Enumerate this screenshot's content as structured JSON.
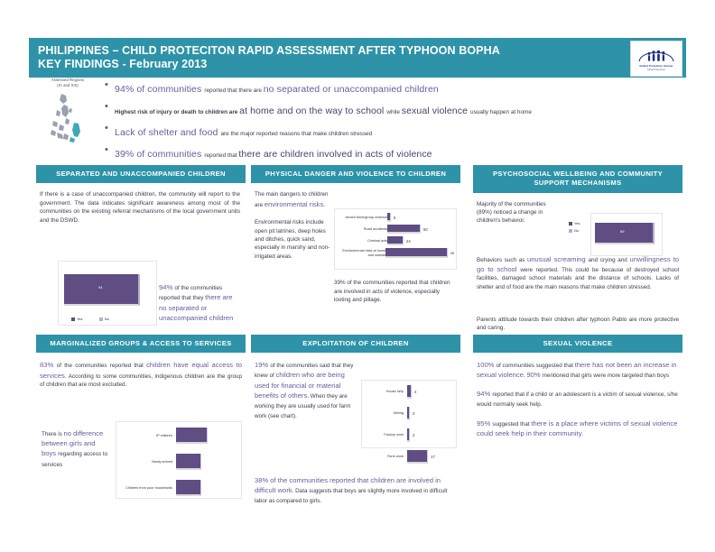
{
  "header": {
    "title_line1": "PHILIPPINES – CHILD PROTECITON RAPID ASSESSMENT AFTER TYPHOON BOPHA",
    "title_line2": "KEY FINDINGS - February 2013",
    "logo_name": "Global Protection Cluster",
    "logo_sub": "Child Protection",
    "bg_color": "#2E93A8"
  },
  "map": {
    "caption_line1": "Assessed Regions",
    "caption_line2": "(XI and XIII)",
    "highlight_color": "#3FA9B5"
  },
  "bullets": [
    {
      "parts": [
        {
          "text": "94% of communities ",
          "style": "big"
        },
        {
          "text": "reported that there are ",
          "style": "sm"
        },
        {
          "text": "no separated or unaccompanied children",
          "style": "big"
        }
      ]
    },
    {
      "parts": [
        {
          "text": "Highest risk of injury or death to children are ",
          "style": "sm-b"
        },
        {
          "text": "at home and on the way to school ",
          "style": "big-dark"
        },
        {
          "text": "while ",
          "style": "sm"
        },
        {
          "text": "sexual violence ",
          "style": "big-dark"
        },
        {
          "text": "usually happen at home",
          "style": "sm"
        }
      ]
    },
    {
      "parts": [
        {
          "text": "Lack of shelter and food ",
          "style": "big"
        },
        {
          "text": "are the major reported reasons that make children stressed",
          "style": "sm"
        }
      ]
    },
    {
      "parts": [
        {
          "text": "39% of communities ",
          "style": "big"
        },
        {
          "text": "reported that ",
          "style": "sm"
        },
        {
          "text": "there are children involved in acts of violence",
          "style": "big-dark"
        }
      ]
    }
  ],
  "panels": [
    {
      "id": "separated",
      "title": "SEPARATED AND UNACCOMPANIED CHILDREN",
      "body_text": "If there is a case of unaccompanied children, the community will report to the government. The data indicates significant awareness among most of the communities on the existing referral mechanisms of the local government units and the DSWD.",
      "callout": [
        {
          "text": "94% ",
          "style": "hl"
        },
        {
          "text": "of the communities reported that they ",
          "style": "plain"
        },
        {
          "text": "there are no separated or unaccompanied children",
          "style": "hl"
        }
      ],
      "chart_ref": 0
    },
    {
      "id": "physical-danger",
      "title": "PHYSICAL DANGER AND VIOLENCE TO CHILDREN",
      "intro": [
        {
          "text": "The main dangers to children are ",
          "style": "plain"
        },
        {
          "text": "environmental risks",
          "style": "hl"
        },
        {
          "text": ".",
          "style": "plain"
        }
      ],
      "body_text": "Environmental risks include open pit latrines, deep holes and ditches, quick sand, especially in marshy and non-irrigated areas.",
      "callout_text": "39% of the communities reported that children are involved in acts of violence, especially looting and pillage.",
      "chart_ref": 1
    },
    {
      "id": "psychosocial",
      "title": "PSYCHOSOCIAL WELLBEING AND COMMUNITY SUPPORT MECHANISMS",
      "intro_text": "Majority of the communities (89%) noticed a change in children's behavior.",
      "para2": [
        {
          "text": "Behaviors such as ",
          "style": "plain"
        },
        {
          "text": "unusual screaming ",
          "style": "hl"
        },
        {
          "text": "and crying and ",
          "style": "plain"
        },
        {
          "text": "unwillingness to go to school ",
          "style": "hl"
        },
        {
          "text": "were reported. This could be because of destroyed school facilities, damaged school materials and the distance of schools. Lacks of shelter and of food are the main reasons that make children stressed.",
          "style": "plain"
        }
      ],
      "para3": "Parents attitude towards their children after typhoon Pablo are more protective and caring.",
      "chart_ref": 2
    },
    {
      "id": "marginalized",
      "title": "MARGINALIZED GROUPS & ACCESS TO SERVICES",
      "para1": [
        {
          "text": "83% ",
          "style": "hl"
        },
        {
          "text": "of the communities reported that ",
          "style": "plain"
        },
        {
          "text": "children have equal access to services",
          "style": "hl"
        },
        {
          "text": ". According to some communities, indigenous children are the group of children that are most excluded.",
          "style": "plain"
        }
      ],
      "callout": [
        {
          "text": "There is ",
          "style": "plain"
        },
        {
          "text": "no difference between girls and boys ",
          "style": "hl"
        },
        {
          "text": "regarding access to services",
          "style": "plain"
        }
      ],
      "chart_ref": 3
    },
    {
      "id": "exploitation",
      "title": "EXPLOITATION OF CHILDREN",
      "para1": [
        {
          "text": "19% ",
          "style": "hl"
        },
        {
          "text": "of the communities said that they knew of ",
          "style": "plain"
        },
        {
          "text": "children who are being used for financial or material benefits of others",
          "style": "hl"
        },
        {
          "text": ". When they are working they are usually used for farm work (see chart).",
          "style": "plain"
        }
      ],
      "para2": [
        {
          "text": "38% of the communities reported that children are involved in difficult work",
          "style": "hl"
        },
        {
          "text": ". Data suggests that boys are slightly more involved in difficult labor as compared to girls.",
          "style": "plain"
        }
      ],
      "chart_ref": 4
    },
    {
      "id": "sexual-violence",
      "title": "SEXUAL VIOLENCE",
      "para1": [
        {
          "text": "100% ",
          "style": "hl"
        },
        {
          "text": "of communities suggested that ",
          "style": "plain"
        },
        {
          "text": "there has not been an increase in sexual violence",
          "style": "hl"
        },
        {
          "text": ". ",
          "style": "plain"
        },
        {
          "text": "90% ",
          "style": "hl"
        },
        {
          "text": "mentioned that girls were more targeted than boys",
          "style": "plain"
        }
      ],
      "para2": [
        {
          "text": "94% ",
          "style": "hl"
        },
        {
          "text": "reported that if a child or an adolescent is a victim of sexual violence, s/he would normally seek help.",
          "style": "plain"
        }
      ],
      "para3": [
        {
          "text": "95% ",
          "style": "hl"
        },
        {
          "text": "suggested that ",
          "style": "plain"
        },
        {
          "text": "there is a place where victims of sexual violence could seek help in their community",
          "style": "hl"
        },
        {
          "text": ".",
          "style": "plain"
        }
      ]
    }
  ],
  "chart_data": [
    {
      "type": "bar",
      "orientation": "horizontal",
      "title": "Separated and unaccompanied children",
      "categories": [
        "Yes"
      ],
      "values": [
        94
      ],
      "legend": [
        "Yes",
        "No"
      ],
      "legend_position": "bottom",
      "data_labels": [
        "94"
      ],
      "colors": [
        "#5f4d84",
        "#b7aed1"
      ],
      "xlabel": "",
      "ylabel": "",
      "xlim": [
        0,
        100
      ],
      "grid": false
    },
    {
      "type": "bar",
      "orientation": "horizontal",
      "title": "Main dangers to children",
      "categories": [
        "Armed force/group violence",
        "Road accidents",
        "Criminal acts",
        "Environmental risks at home and outside"
      ],
      "values": [
        5,
        50,
        24,
        98
      ],
      "data_labels": [
        "5",
        "50",
        "24",
        "98"
      ],
      "colors": [
        "#5f4d84"
      ],
      "xlabel": "",
      "ylabel": "",
      "xlim": [
        0,
        100
      ],
      "grid": false,
      "legend": []
    },
    {
      "type": "bar",
      "orientation": "horizontal",
      "title": "Change in children's behavior",
      "categories": [
        "Yes"
      ],
      "values": [
        89
      ],
      "data_labels": [
        "89"
      ],
      "legend": [
        "Yes",
        "No"
      ],
      "legend_position": "left",
      "colors": [
        "#5f4d84",
        "#b7aed1"
      ],
      "xlabel": "",
      "ylabel": "",
      "xlim": [
        0,
        100
      ],
      "grid": false
    },
    {
      "type": "bar",
      "orientation": "horizontal",
      "title": "Most excluded groups of children",
      "categories": [
        "IP children",
        "Newly arrived",
        "Children from poor households"
      ],
      "values": [
        38,
        30,
        30
      ],
      "data_labels": [
        "",
        "",
        ""
      ],
      "colors": [
        "#5f4d84"
      ],
      "xlabel": "",
      "ylabel": "",
      "xlim": [
        0,
        60
      ],
      "grid": false,
      "legend": []
    },
    {
      "type": "bar",
      "orientation": "horizontal",
      "title": "Type of work children are used for",
      "categories": [
        "House help",
        "Mining",
        "Factory work",
        "Farm work"
      ],
      "values": [
        4,
        2,
        2,
        17
      ],
      "data_labels": [
        "4",
        "2",
        "2",
        "17"
      ],
      "colors": [
        "#5f4d84"
      ],
      "xlabel": "",
      "ylabel": "",
      "xlim": [
        0,
        20
      ],
      "grid": false,
      "legend": []
    }
  ]
}
